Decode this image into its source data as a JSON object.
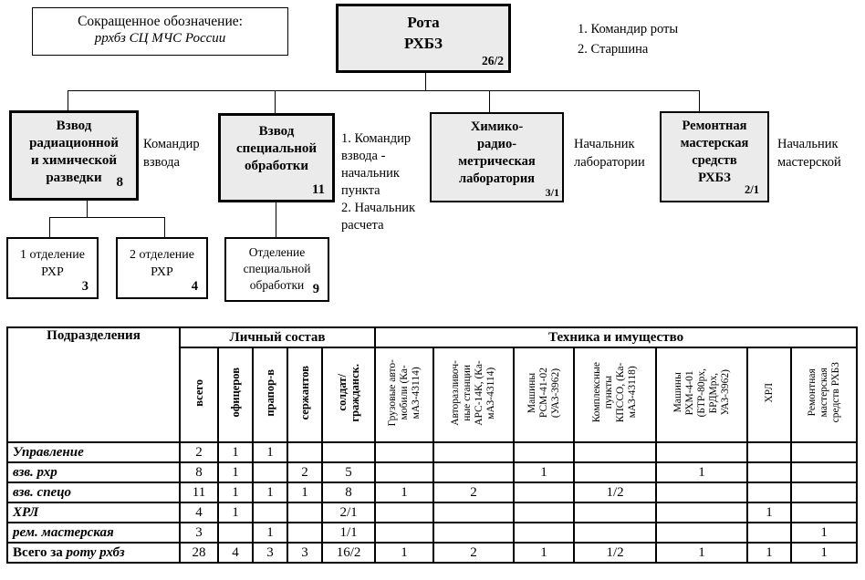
{
  "org": {
    "legend": {
      "line1": "Сокращенное обозначение:",
      "line2": "ррхбз СЦ МЧС России"
    },
    "root": {
      "title": "Рота\nРХБЗ",
      "count": "26/2"
    },
    "root_note": "1. Командир роты\n2. Старшина",
    "units": [
      {
        "title": "Взвод\nрадиационной\nи химической\nразведки",
        "count": "8",
        "note": "Командир\nвзвода"
      },
      {
        "title": "Взвод\nспециальной\nобработки",
        "count": "11",
        "note": "1. Командир\nвзвода -\nначальник\nпункта\n2. Начальник\nрасчета"
      },
      {
        "title": "Химико-\nрадио-\nметрическая\nлаборатория",
        "count": "3/1",
        "note": "Начальник\nлаборатории"
      },
      {
        "title": "Ремонтная\nмастерская\nсредств\nРХБЗ",
        "count": "2/1",
        "note": "Начальник\nмастерской"
      }
    ],
    "subunits": [
      {
        "title": "1 отделение\nРХР",
        "count": "3"
      },
      {
        "title": "2 отделение\nРХР",
        "count": "4"
      },
      {
        "title": "Отделение\nспециальной\nобработки",
        "count": "9"
      }
    ]
  },
  "table": {
    "corner": "Подразделения",
    "groups": [
      {
        "title": "Личный состав",
        "bold": true,
        "cols": [
          "всего",
          "офицеров",
          "прапор-в",
          "сержантов",
          "солдат/\nгражданск."
        ]
      },
      {
        "title": "Техника и имущество",
        "bold": false,
        "cols": [
          "Грузовые авто-\nмобили (Ка-\nмАЗ-43114)",
          "Авторазливоч-\nные станции\nАРС-14К, (Ка-\nмАЗ-43114)",
          "Машины\nРСМ-41-02\n(УАЗ-3962)",
          "Комплексные\nпункты\nКПССО, (Ка-\nмАЗ-43118)",
          "Машины\nРХМ-4-01\n(БТР-80рх,\nБРДМрх,\nУАЗ-3962)",
          "ХРЛ",
          "Ремонтная\nмастерская\nсредств РХБЗ"
        ]
      }
    ],
    "rows": [
      {
        "plain": "",
        "italic": "Управление",
        "values": [
          "2",
          "1",
          "1",
          "",
          "",
          "",
          "",
          "",
          "",
          "",
          "",
          ""
        ]
      },
      {
        "plain": "",
        "italic": "взв. рхр",
        "values": [
          "8",
          "1",
          "",
          "2",
          "5",
          "",
          "",
          "1",
          "",
          "1",
          "",
          ""
        ]
      },
      {
        "plain": "",
        "italic": "взв. спецо",
        "values": [
          "11",
          "1",
          "1",
          "1",
          "8",
          "1",
          "2",
          "",
          "1/2",
          "",
          "",
          ""
        ]
      },
      {
        "plain": "",
        "italic": "ХРЛ",
        "values": [
          "4",
          "1",
          "",
          "",
          "2/1",
          "",
          "",
          "",
          "",
          "",
          "1",
          ""
        ]
      },
      {
        "plain": "",
        "italic": "рем. мастерская",
        "values": [
          "3",
          "",
          "1",
          "",
          "1/1",
          "",
          "",
          "",
          "",
          "",
          "",
          "1"
        ]
      },
      {
        "plain": "Всего за ",
        "italic": "роту рхбз",
        "values": [
          "28",
          "4",
          "3",
          "3",
          "16/2",
          "1",
          "2",
          "1",
          "1/2",
          "1",
          "1",
          "1"
        ]
      }
    ]
  },
  "colors": {
    "box_fill": "#ebebeb",
    "border": "#000000",
    "background": "#ffffff"
  }
}
